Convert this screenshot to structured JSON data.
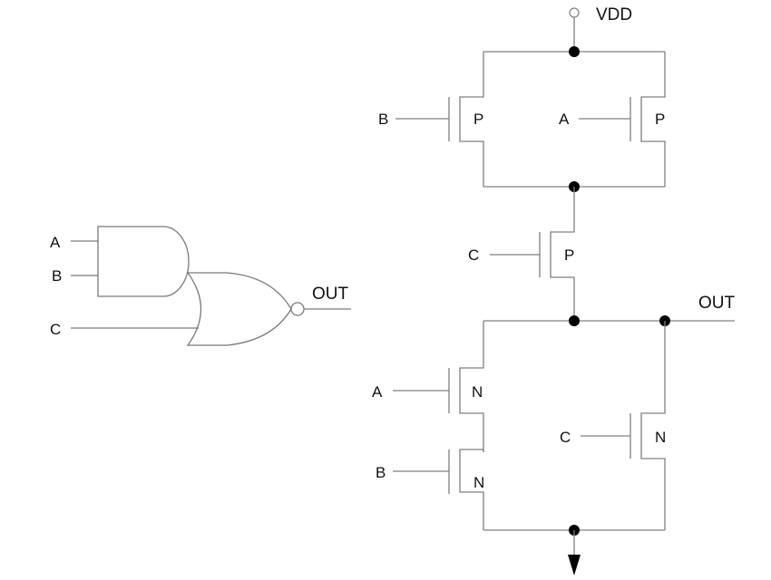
{
  "gate_schematic": {
    "title": "AND-OR-Invert gate symbol",
    "inputs": [
      "A",
      "B",
      "C"
    ],
    "output": "OUT",
    "gates": [
      {
        "type": "AND",
        "inputs": [
          "A",
          "B"
        ]
      },
      {
        "type": "NOR",
        "inputs": [
          "AND(A,B)",
          "C"
        ],
        "output": "OUT"
      }
    ]
  },
  "transistor_schematic": {
    "supply_label": "VDD",
    "output_label": "OUT",
    "pull_up": [
      {
        "gate": "B",
        "type_label": "P",
        "arrangement": "parallel"
      },
      {
        "gate": "A",
        "type_label": "P",
        "arrangement": "parallel"
      },
      {
        "gate": "C",
        "type_label": "P",
        "arrangement": "series"
      }
    ],
    "pull_down": [
      {
        "gate": "A",
        "type_label": "N",
        "arrangement": "series"
      },
      {
        "gate": "B",
        "type_label": "N",
        "arrangement": "series"
      },
      {
        "gate": "C",
        "type_label": "N",
        "arrangement": "parallel"
      }
    ],
    "ground": "ground-arrow"
  }
}
